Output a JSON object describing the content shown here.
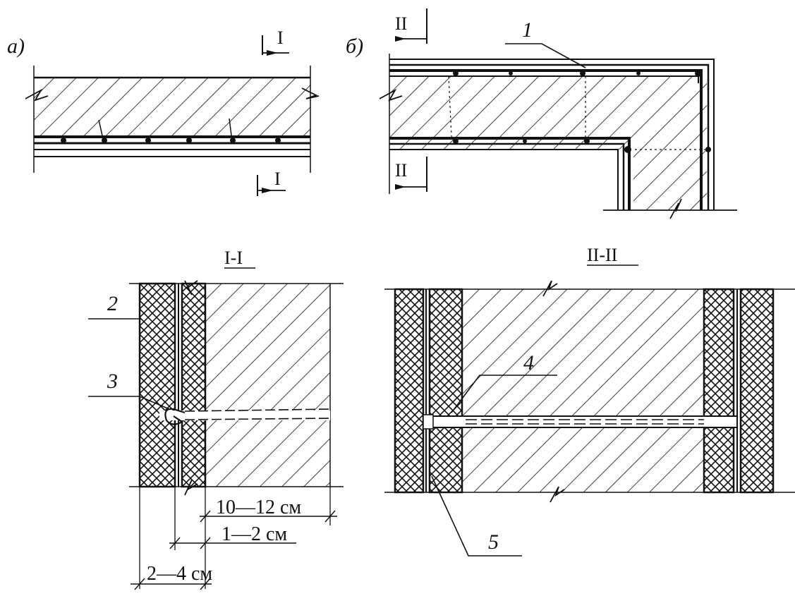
{
  "labels": {
    "panel_a": "а)",
    "panel_b": "б)",
    "section_I": "I",
    "section_II": "II",
    "section_I_title": "I-I",
    "section_II_title": "II-II",
    "callout_1": "1",
    "callout_2": "2",
    "callout_3": "3",
    "callout_4": "4",
    "callout_5": "5",
    "dim_10_12": "10—12 см",
    "dim_1_2": "1—2 см",
    "dim_2_4": "2—4 см"
  },
  "colors": {
    "ink": "#111111",
    "background": "#ffffff"
  }
}
